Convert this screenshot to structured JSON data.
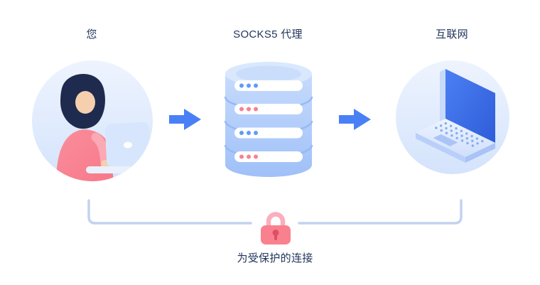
{
  "diagram": {
    "nodes": {
      "user": {
        "label": "您",
        "icon": "person-at-laptop-illustration"
      },
      "proxy": {
        "label": "SOCKS5 代理",
        "icon": "database-stack-illustration"
      },
      "internet": {
        "label": "互联网",
        "icon": "laptop-isometric-illustration"
      }
    },
    "flow": [
      "user",
      "proxy",
      "internet"
    ],
    "caption": {
      "label": "为受保护的连接",
      "icon": "padlock-icon"
    },
    "colors": {
      "label_text": "#22355c",
      "arrow": "#4a80f5",
      "bracket": "#c3d2f0",
      "lock_body": "#f9818f",
      "lock_shackle": "#fbaebb",
      "lock_keyhole": "#dd5064",
      "dot_blue": "#5d9cf9",
      "dot_pink": "#f9808f",
      "hair": "#1e2b4e",
      "skin": "#f6cfae",
      "shirt": "#f9808f",
      "db_top": "#d9e8fd",
      "db_band": "#ffffff",
      "laptop_light": "#d7e6fd"
    }
  }
}
